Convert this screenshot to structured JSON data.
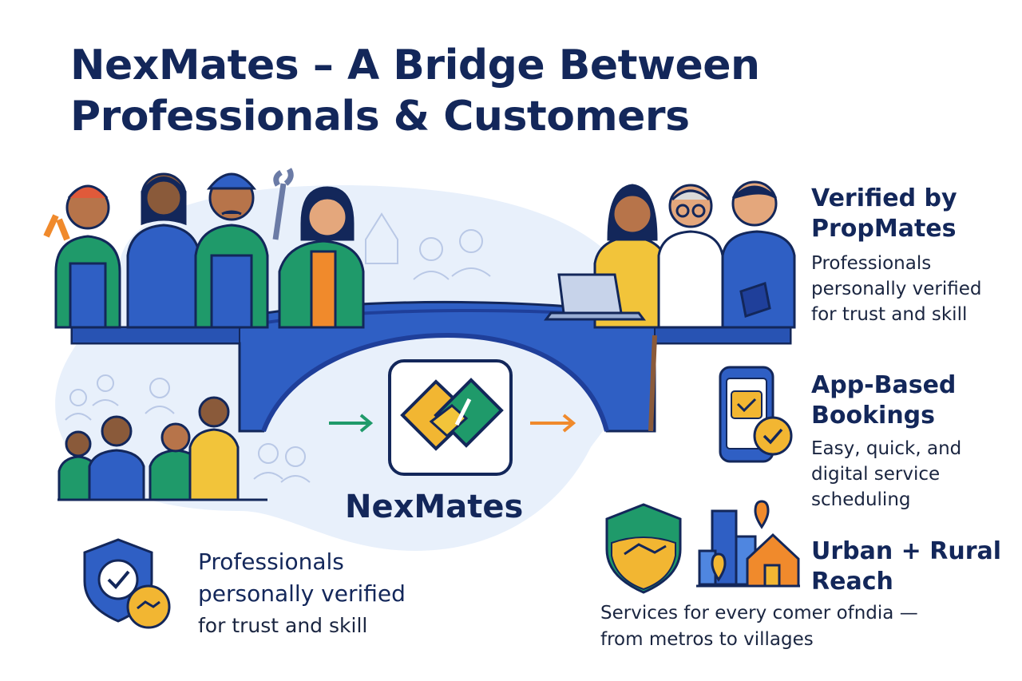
{
  "header": {
    "title_line1": "NexMates – A Bridge Between",
    "title_line2": "Professionals & Customers"
  },
  "brand": {
    "name": "NexMates",
    "logo_icon": "handshake-heart-logo"
  },
  "features": [
    {
      "title_line1": "Verified by",
      "title_line2": "PropMates",
      "desc_line1": "Professionals",
      "desc_line2": "personally verified",
      "desc_line3": "for trust and skill",
      "icon": "none"
    },
    {
      "title_line1": "App-Based",
      "title_line2": "Bookings",
      "desc_line1": "Easy, quick, and",
      "desc_line2": "digital service",
      "desc_line3": "scheduling",
      "icon": "phone-calendar-icon"
    },
    {
      "title_line1": "Urban + Rural",
      "title_line2": "Reach",
      "desc_line1": "Services for every comer ofndia —",
      "desc_line2": "from metros to villages",
      "icon": "city-village-icon"
    }
  ],
  "bottom_left": {
    "line1": "Professionals",
    "line2": "personally verified",
    "line3": "for trust and skill",
    "icon": "shield-check-icon"
  },
  "colors": {
    "navy": "#13275a",
    "bridge_blue": "#2f5fc4",
    "bridge_dark": "#1f3f9a",
    "accent_yellow": "#f2b632",
    "accent_green": "#1f9a6a",
    "accent_orange": "#f08a2c",
    "bg_circle": "#e8f0fb"
  }
}
